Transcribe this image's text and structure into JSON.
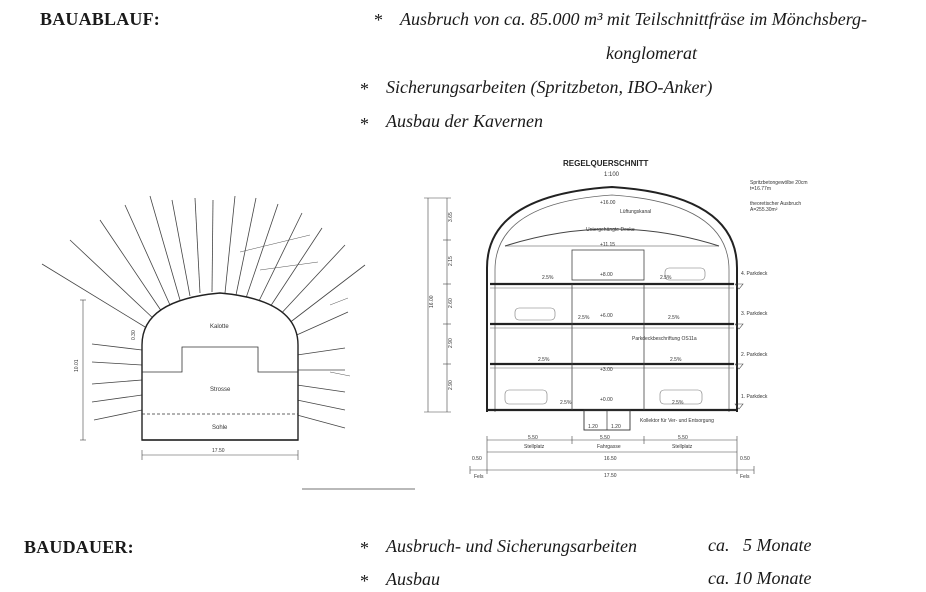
{
  "bauablauf": {
    "heading": "BAUABLAUF:",
    "items": [
      {
        "star": "*",
        "line1": "Ausbruch von ca. 85.000 m³ mit Teilschnittfräse im Mönchsberg-",
        "line2": "konglomerat"
      },
      {
        "star": "*",
        "text": "Sicherungsarbeiten (Spritzbeton, IBO-Anker)"
      },
      {
        "star": "*",
        "text": "Ausbau der Kavernen"
      }
    ]
  },
  "drawing_left": {
    "labels": {
      "kalotte": "Kalotte",
      "strosse": "Strosse",
      "sohle": "Sohle",
      "width": "17.50",
      "height": "10.01",
      "dim_top": "0.30"
    }
  },
  "drawing_right": {
    "title": "REGELQUERSCHNITT",
    "scale": "1:100",
    "callouts": {
      "spritzbeton": "Spritzbetongewölbe 20cm",
      "thickness": "t=16.77m",
      "ausbruch": "theoretischer Ausbruch",
      "area": "A=255.30m²",
      "lueftung": "Lüftungskanal",
      "decke": "Untergehängte Decke",
      "parkleit": "Parkdeckbeschriftung OS11a",
      "kollektor": "Kollektor für Ver- und Entsorgung"
    },
    "elevations": [
      "+16.00",
      "+11.15",
      "+8.00",
      "+6.00",
      "+3.00",
      "+0.00"
    ],
    "decks": [
      "4. Parkdeck",
      "3. Parkdeck",
      "2. Parkdeck",
      "1. Parkdeck"
    ],
    "slopes": [
      "2.5%",
      "2.5%",
      "2.5%",
      "2.5%",
      "2.5%",
      "2.5%",
      "2.5%",
      "2.5%"
    ],
    "heights": [
      "3.65",
      "2.15",
      "2.60",
      "2.90",
      "2.90",
      "16.00"
    ],
    "bottom": {
      "stellplatz_l": "Stellplatz",
      "fahrgasse": "Fahrgasse",
      "stellplatz_r": "Stellplatz",
      "w_left": "5.50",
      "w_mid": "5.50",
      "w_right": "5.50",
      "w_total": "16.50",
      "w_full": "17.50",
      "edge_l": "0.50",
      "edge_r": "0.50",
      "fels_l": "Fels",
      "fels_r": "Fels",
      "k1": "1.20",
      "k2": "1.20"
    }
  },
  "baudauer": {
    "heading": "BAUDAUER:",
    "items": [
      {
        "star": "*",
        "text": "Ausbruch- und Sicherungsarbeiten",
        "duration": "ca.   5 Monate"
      },
      {
        "star": "*",
        "text": "Ausbau",
        "duration": "ca. 10 Monate"
      }
    ]
  }
}
